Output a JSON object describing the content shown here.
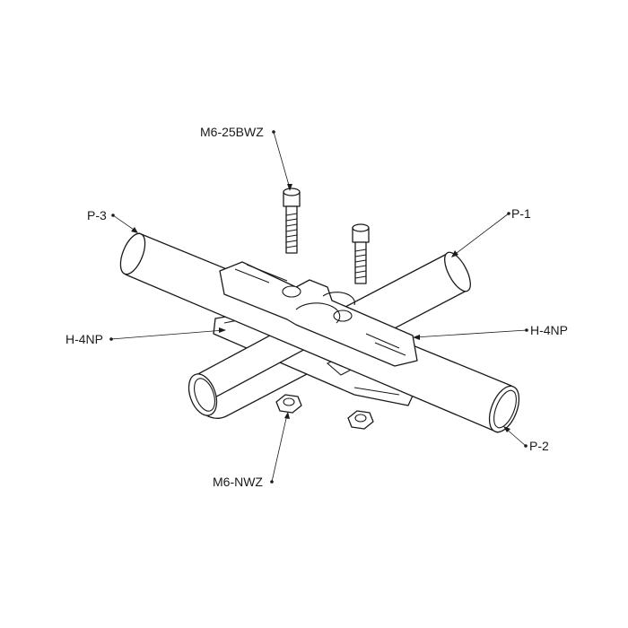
{
  "labels": {
    "bolt": "M6-25BWZ",
    "pipe_left": "P-3",
    "pipe_right_top": "P-1",
    "joint_left": "H-4NP",
    "joint_right": "H-4NP",
    "pipe_right_bottom": "P-2",
    "nut": "M6-NWZ"
  }
}
